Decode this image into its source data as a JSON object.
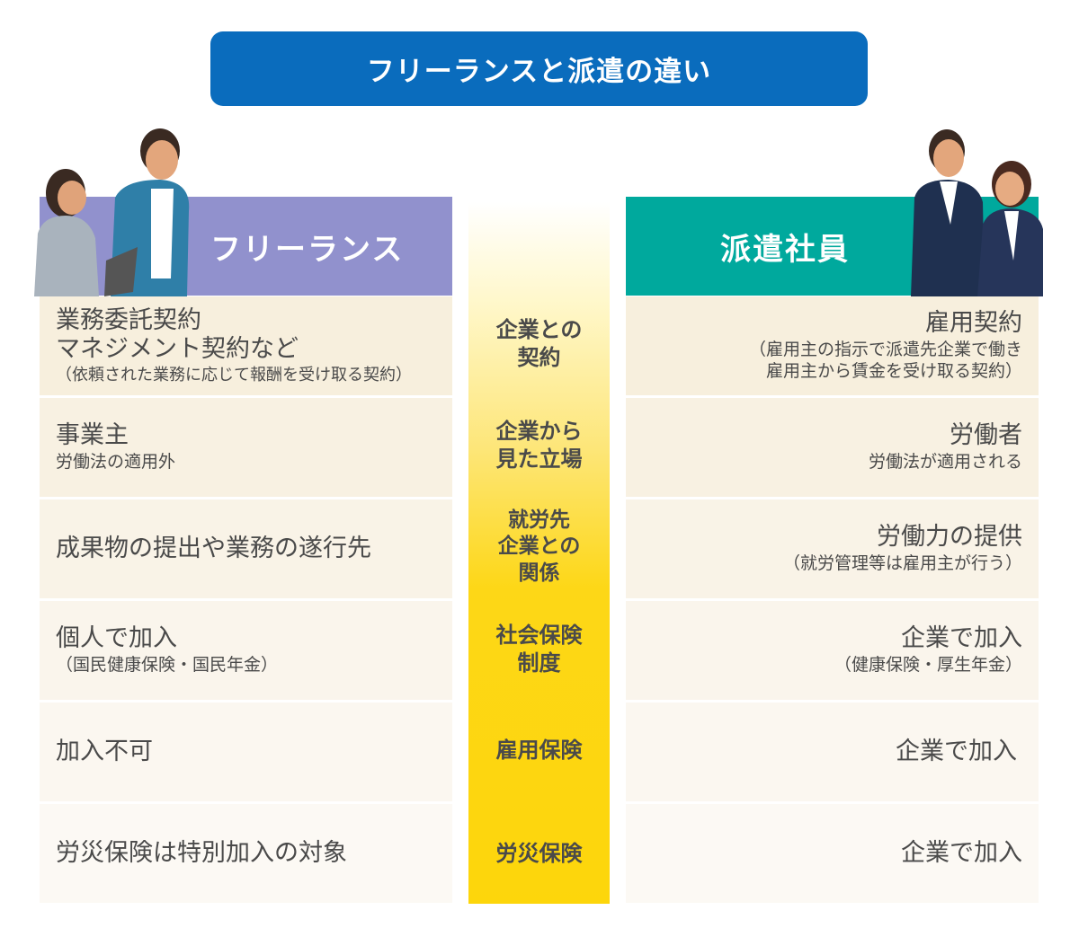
{
  "title": "フリーランスと派遣の違い",
  "headers": {
    "left": "フリーランス",
    "right": "派遣社員"
  },
  "rows": [
    {
      "category": [
        "企業との",
        "契約"
      ],
      "left": {
        "main": [
          "業務委託契約",
          "マネジメント契約など"
        ],
        "sub": [
          "（依頼された業務に応じて報酬を受け取る契約）"
        ]
      },
      "right": {
        "main": [
          "雇用契約"
        ],
        "sub": [
          "（雇用主の指示で派遣先企業で働き",
          "雇用主から賃金を受け取る契約）"
        ]
      }
    },
    {
      "category": [
        "企業から",
        "見た立場"
      ],
      "left": {
        "main": [
          "事業主"
        ],
        "sub": [
          "労働法の適用外"
        ]
      },
      "right": {
        "main": [
          "労働者"
        ],
        "sub": [
          "労働法が適用される"
        ]
      }
    },
    {
      "category": [
        "就労先",
        "企業との",
        "関係"
      ],
      "left": {
        "main": [
          "成果物の提出や業務の遂行先"
        ],
        "sub": []
      },
      "right": {
        "main": [
          "労働力の提供"
        ],
        "sub": [
          "（就労管理等は雇用主が行う）"
        ]
      }
    },
    {
      "category": [
        "社会保険",
        "制度"
      ],
      "left": {
        "main": [
          "個人で加入"
        ],
        "sub": [
          "（国民健康保険・国民年金）"
        ]
      },
      "right": {
        "main": [
          "企業で加入"
        ],
        "sub": [
          "（健康保険・厚生年金）"
        ]
      }
    },
    {
      "category": [
        "雇用保険"
      ],
      "left": {
        "main": [
          "加入不可"
        ],
        "sub": []
      },
      "right": {
        "main": [
          "企業で加入"
        ],
        "sub": []
      }
    },
    {
      "category": [
        "労災保険"
      ],
      "left": {
        "main": [
          "労災保険は特別加入の対象"
        ],
        "sub": []
      },
      "right": {
        "main": [
          "企業で加入"
        ],
        "sub": []
      }
    }
  ],
  "colors": {
    "title": "#0a6cbd",
    "left_header": "#9191cd",
    "right_header": "#00a99d",
    "center": "#fdd60b"
  }
}
